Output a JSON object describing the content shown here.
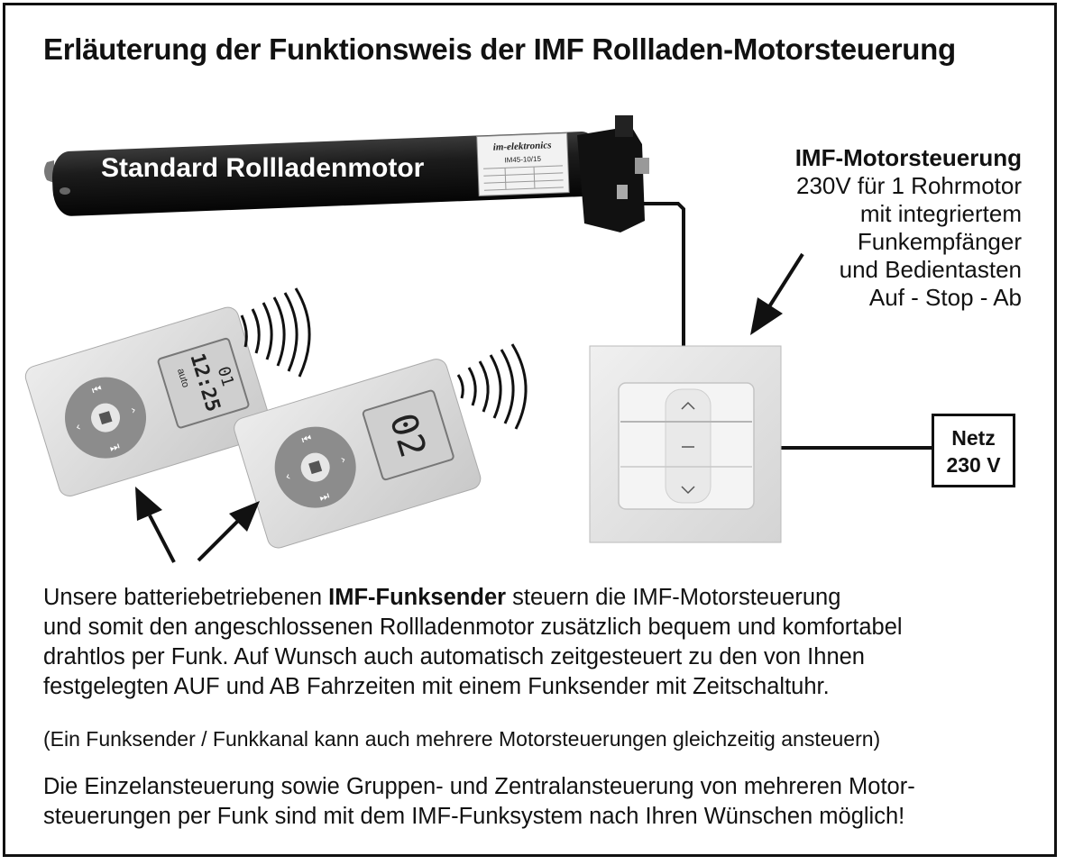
{
  "title": "Erläuterung der Funktionsweis der IMF Rollladen-Motorsteuerung",
  "motor": {
    "label": "Standard Rollladenmotor",
    "brand": "im-elektronics",
    "model": "IM45-10/15"
  },
  "controller": {
    "heading": "IMF-Motorsteuerung",
    "lines": [
      "230V für 1 Rohrmotor",
      "mit integriertem",
      "Funkempfänger",
      "und Bedientasten",
      "Auf - Stop - Ab"
    ]
  },
  "mains": {
    "line1": "Netz",
    "line2": "230 V"
  },
  "remote1": {
    "display_top": "01",
    "display_time": "12:25",
    "display_mode": "auto"
  },
  "remote2": {
    "display_channel": "02"
  },
  "description": {
    "p1_prefix": "Unsere batteriebetriebenen ",
    "p1_bold": "IMF-Funksender",
    "p1_suffix": " steuern die IMF-Motorsteuerung",
    "p1_lines": [
      "und somit den angeschlossenen Rollladenmotor zusätzlich bequem und komfortabel",
      "drahtlos per Funk. Auf Wunsch auch automatisch zeitgesteuert zu den von Ihnen",
      "festgelegten AUF und AB Fahrzeiten mit einem Funksender mit Zeitschaltuhr."
    ],
    "p2": "(Ein Funksender / Funkkanal kann auch mehrere Motorsteuerungen gleichzeitig ansteuern)",
    "p3_lines": [
      "Die Einzelansteuerung sowie Gruppen- und Zentralansteuerung von mehreren Motor-",
      "steuerungen per Funk sind mit dem IMF-Funksystem nach Ihren Wünschen möglich!"
    ]
  },
  "colors": {
    "motor_body": "#1a1a1a",
    "switch_plate": "#e6e6e6",
    "remote_body": "#dcdcdc",
    "remote_dial": "#8c8c8c",
    "lcd": "#cfcfcf"
  }
}
